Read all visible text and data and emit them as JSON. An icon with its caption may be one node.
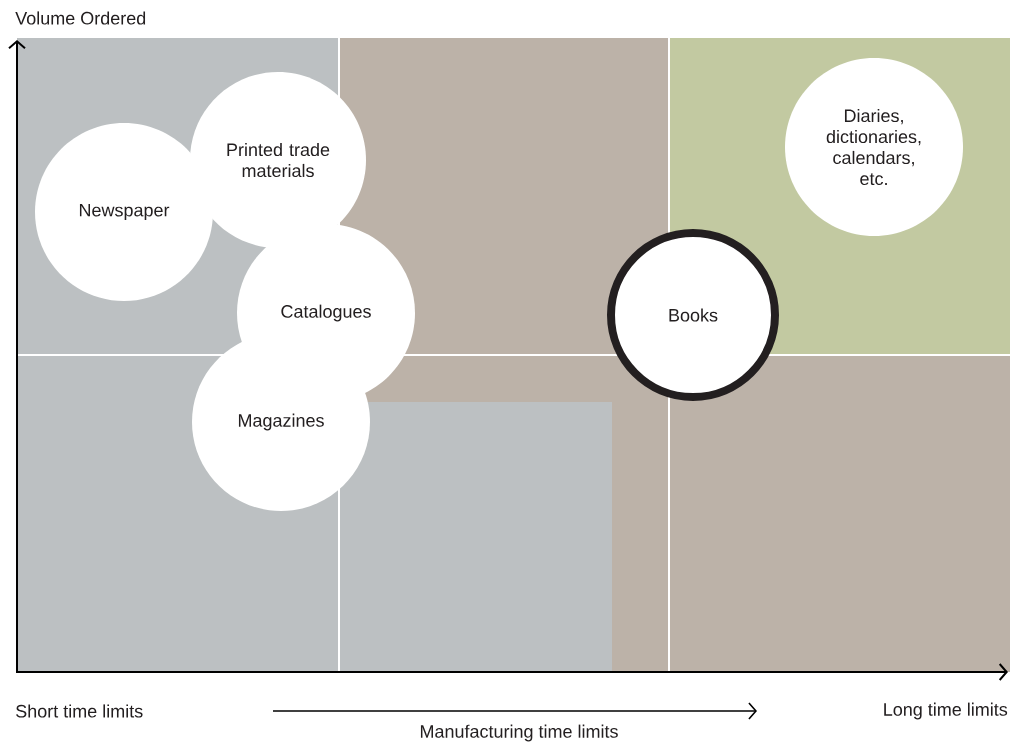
{
  "diagram": {
    "nodes": [
      {
        "text": [
          "Newspaper"
        ]
      },
      {
        "text": [
          "Printed trade materials"
        ]
      },
      {
        "text": [
          "Catalogues"
        ]
      },
      {
        "text": [
          "Magazines"
        ]
      },
      {
        "text": [
          "Books"
        ]
      },
      {
        "text": [
          "Diaries, dictionaries, calendars, etc."
        ]
      }
    ],
    "labels": [
      "Volume Ordered",
      "Short time limits",
      "Manufacturing time limits",
      "Long time limits"
    ]
  }
}
